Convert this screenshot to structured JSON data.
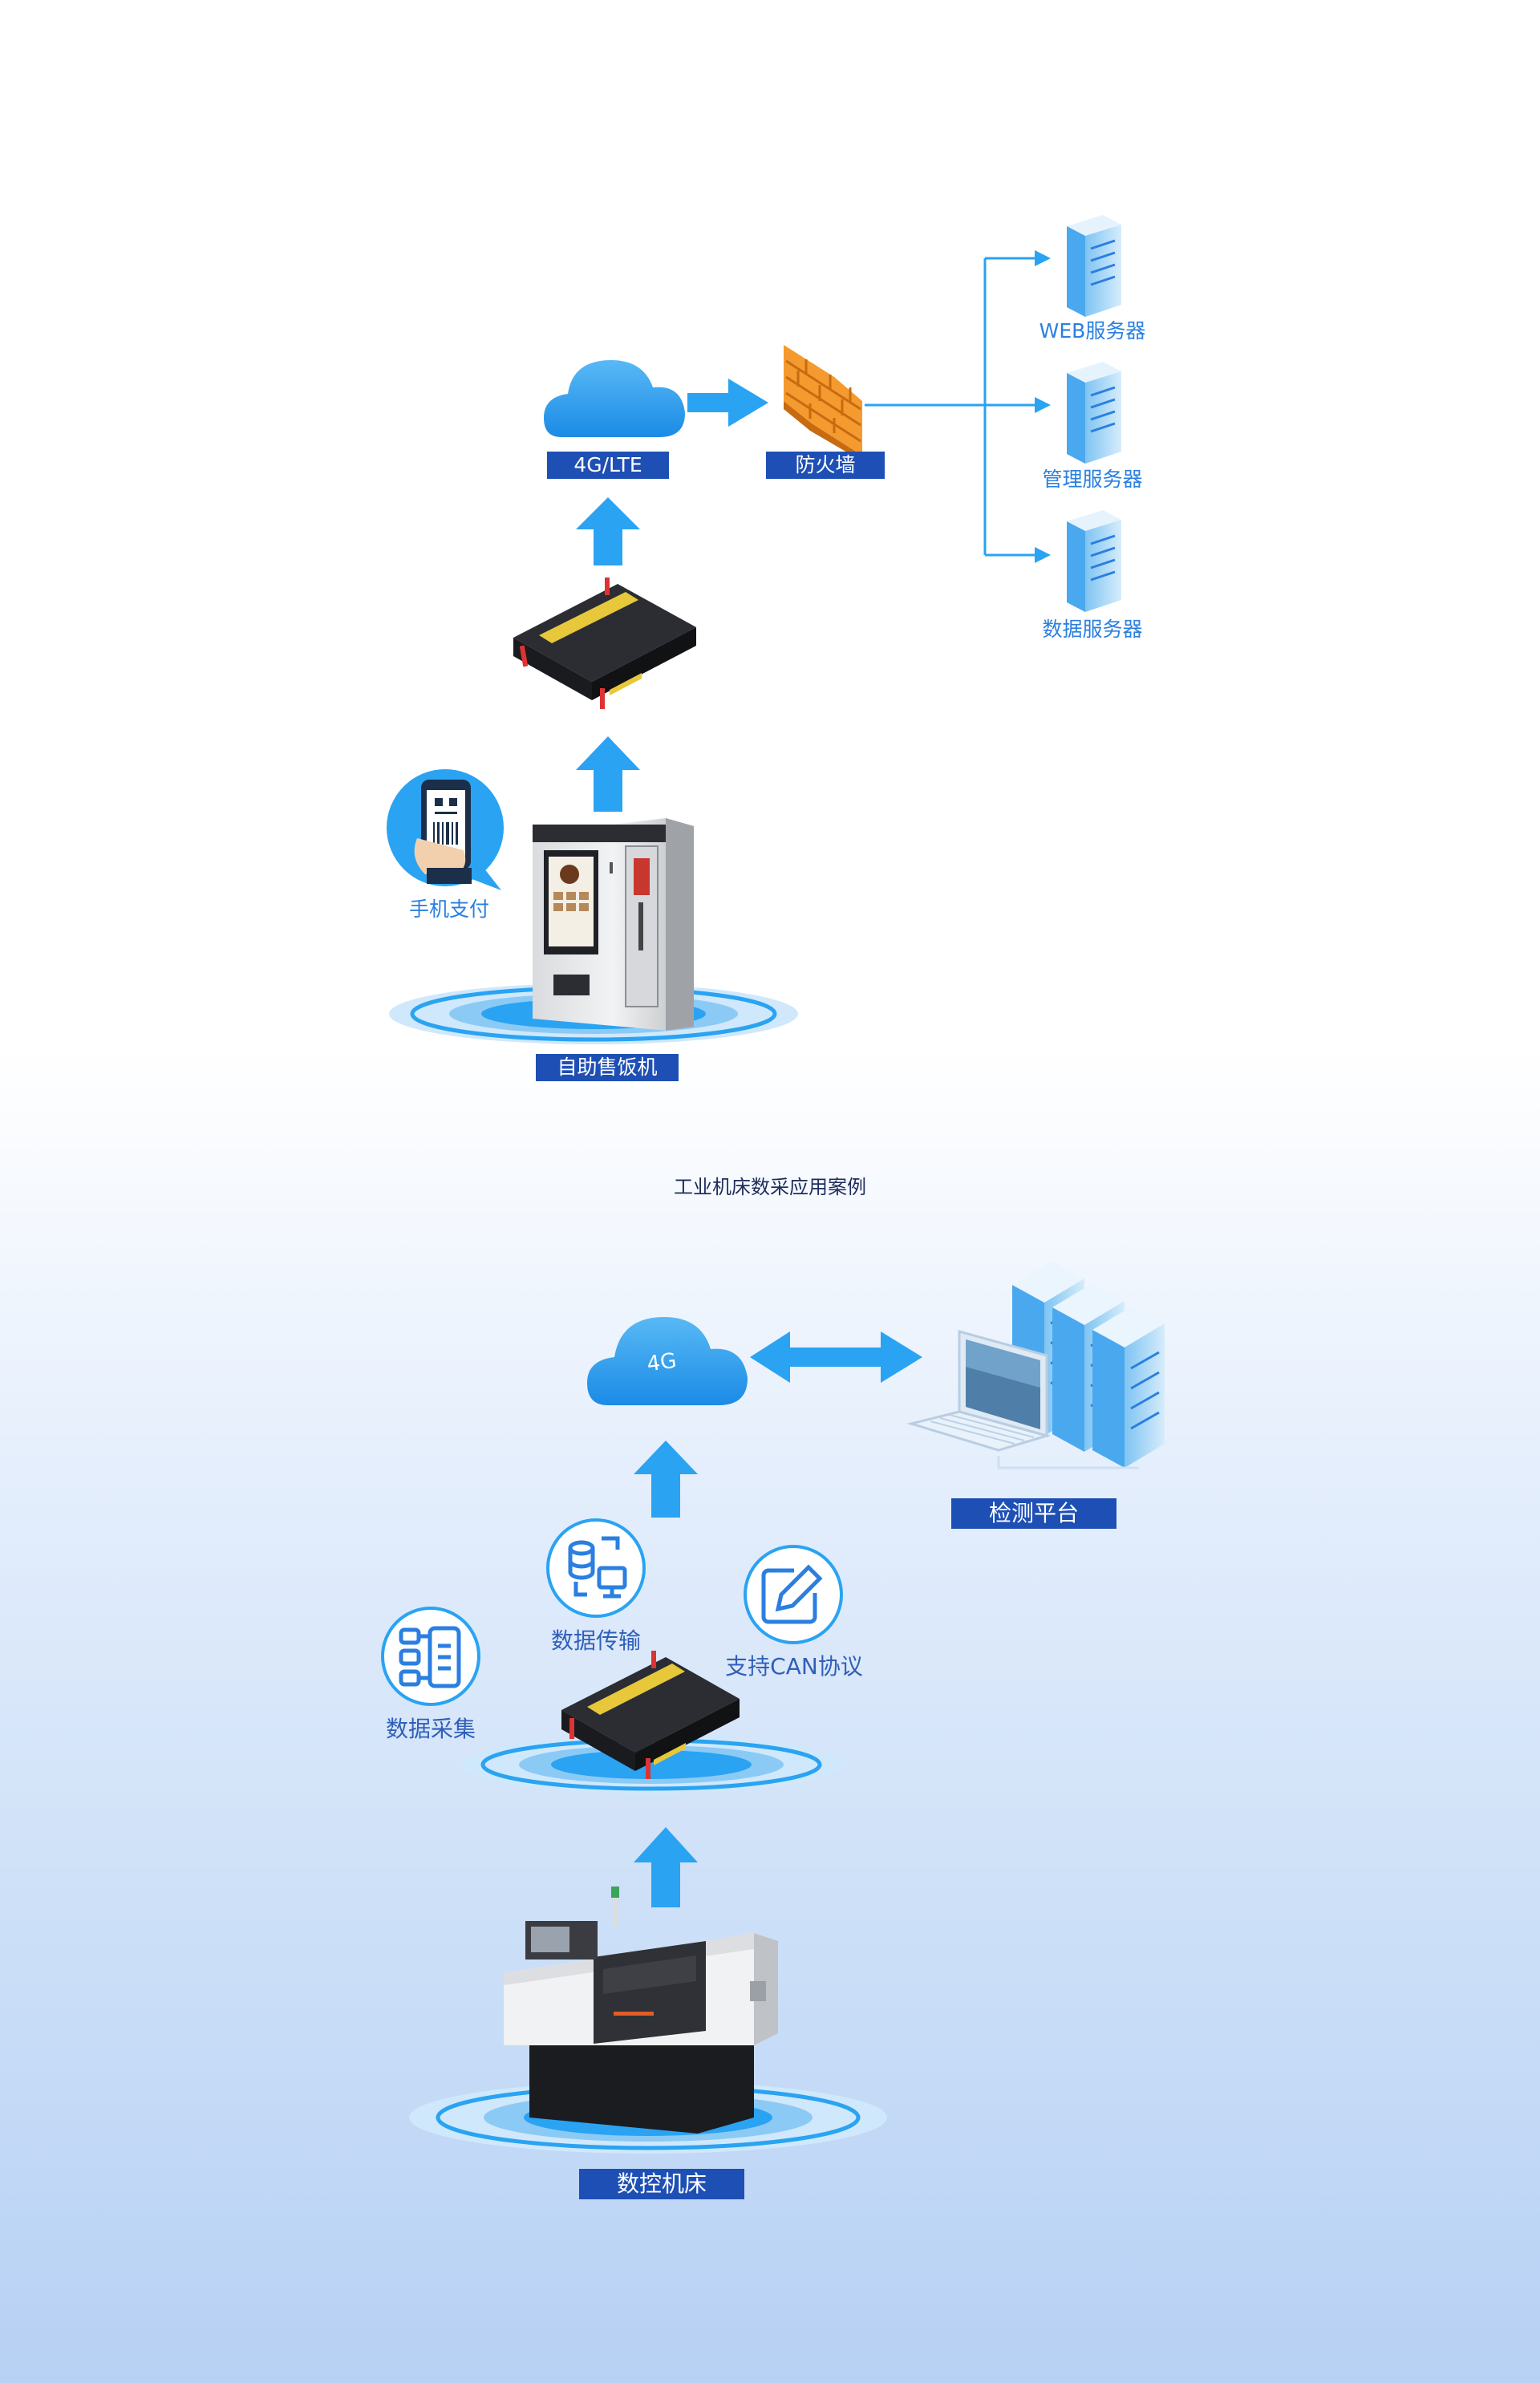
{
  "case1": {
    "cloud_label": "4G/LTE",
    "firewall_label": "防火墙",
    "servers": [
      {
        "label": "WEB服务器"
      },
      {
        "label": "管理服务器"
      },
      {
        "label": "数据服务器"
      }
    ],
    "payment_label": "手机支付",
    "machine_label": "自助售饭机"
  },
  "case2": {
    "title": "工业机床数采应用案例",
    "cloud_label": "4G",
    "platform_label": "检测平台",
    "features": [
      {
        "label": "数据采集",
        "icon": "data-collection-icon"
      },
      {
        "label": "数据传输",
        "icon": "data-transfer-icon"
      },
      {
        "label": "支持CAN协议",
        "icon": "edit-document-icon"
      }
    ],
    "machine_label": "数控机床"
  },
  "colors": {
    "accent_blue": "#2aa3f2",
    "tag_blue": "#1e4fb4",
    "label_blue": "#2a7fe0",
    "firewall_orange": "#f59a2e"
  }
}
